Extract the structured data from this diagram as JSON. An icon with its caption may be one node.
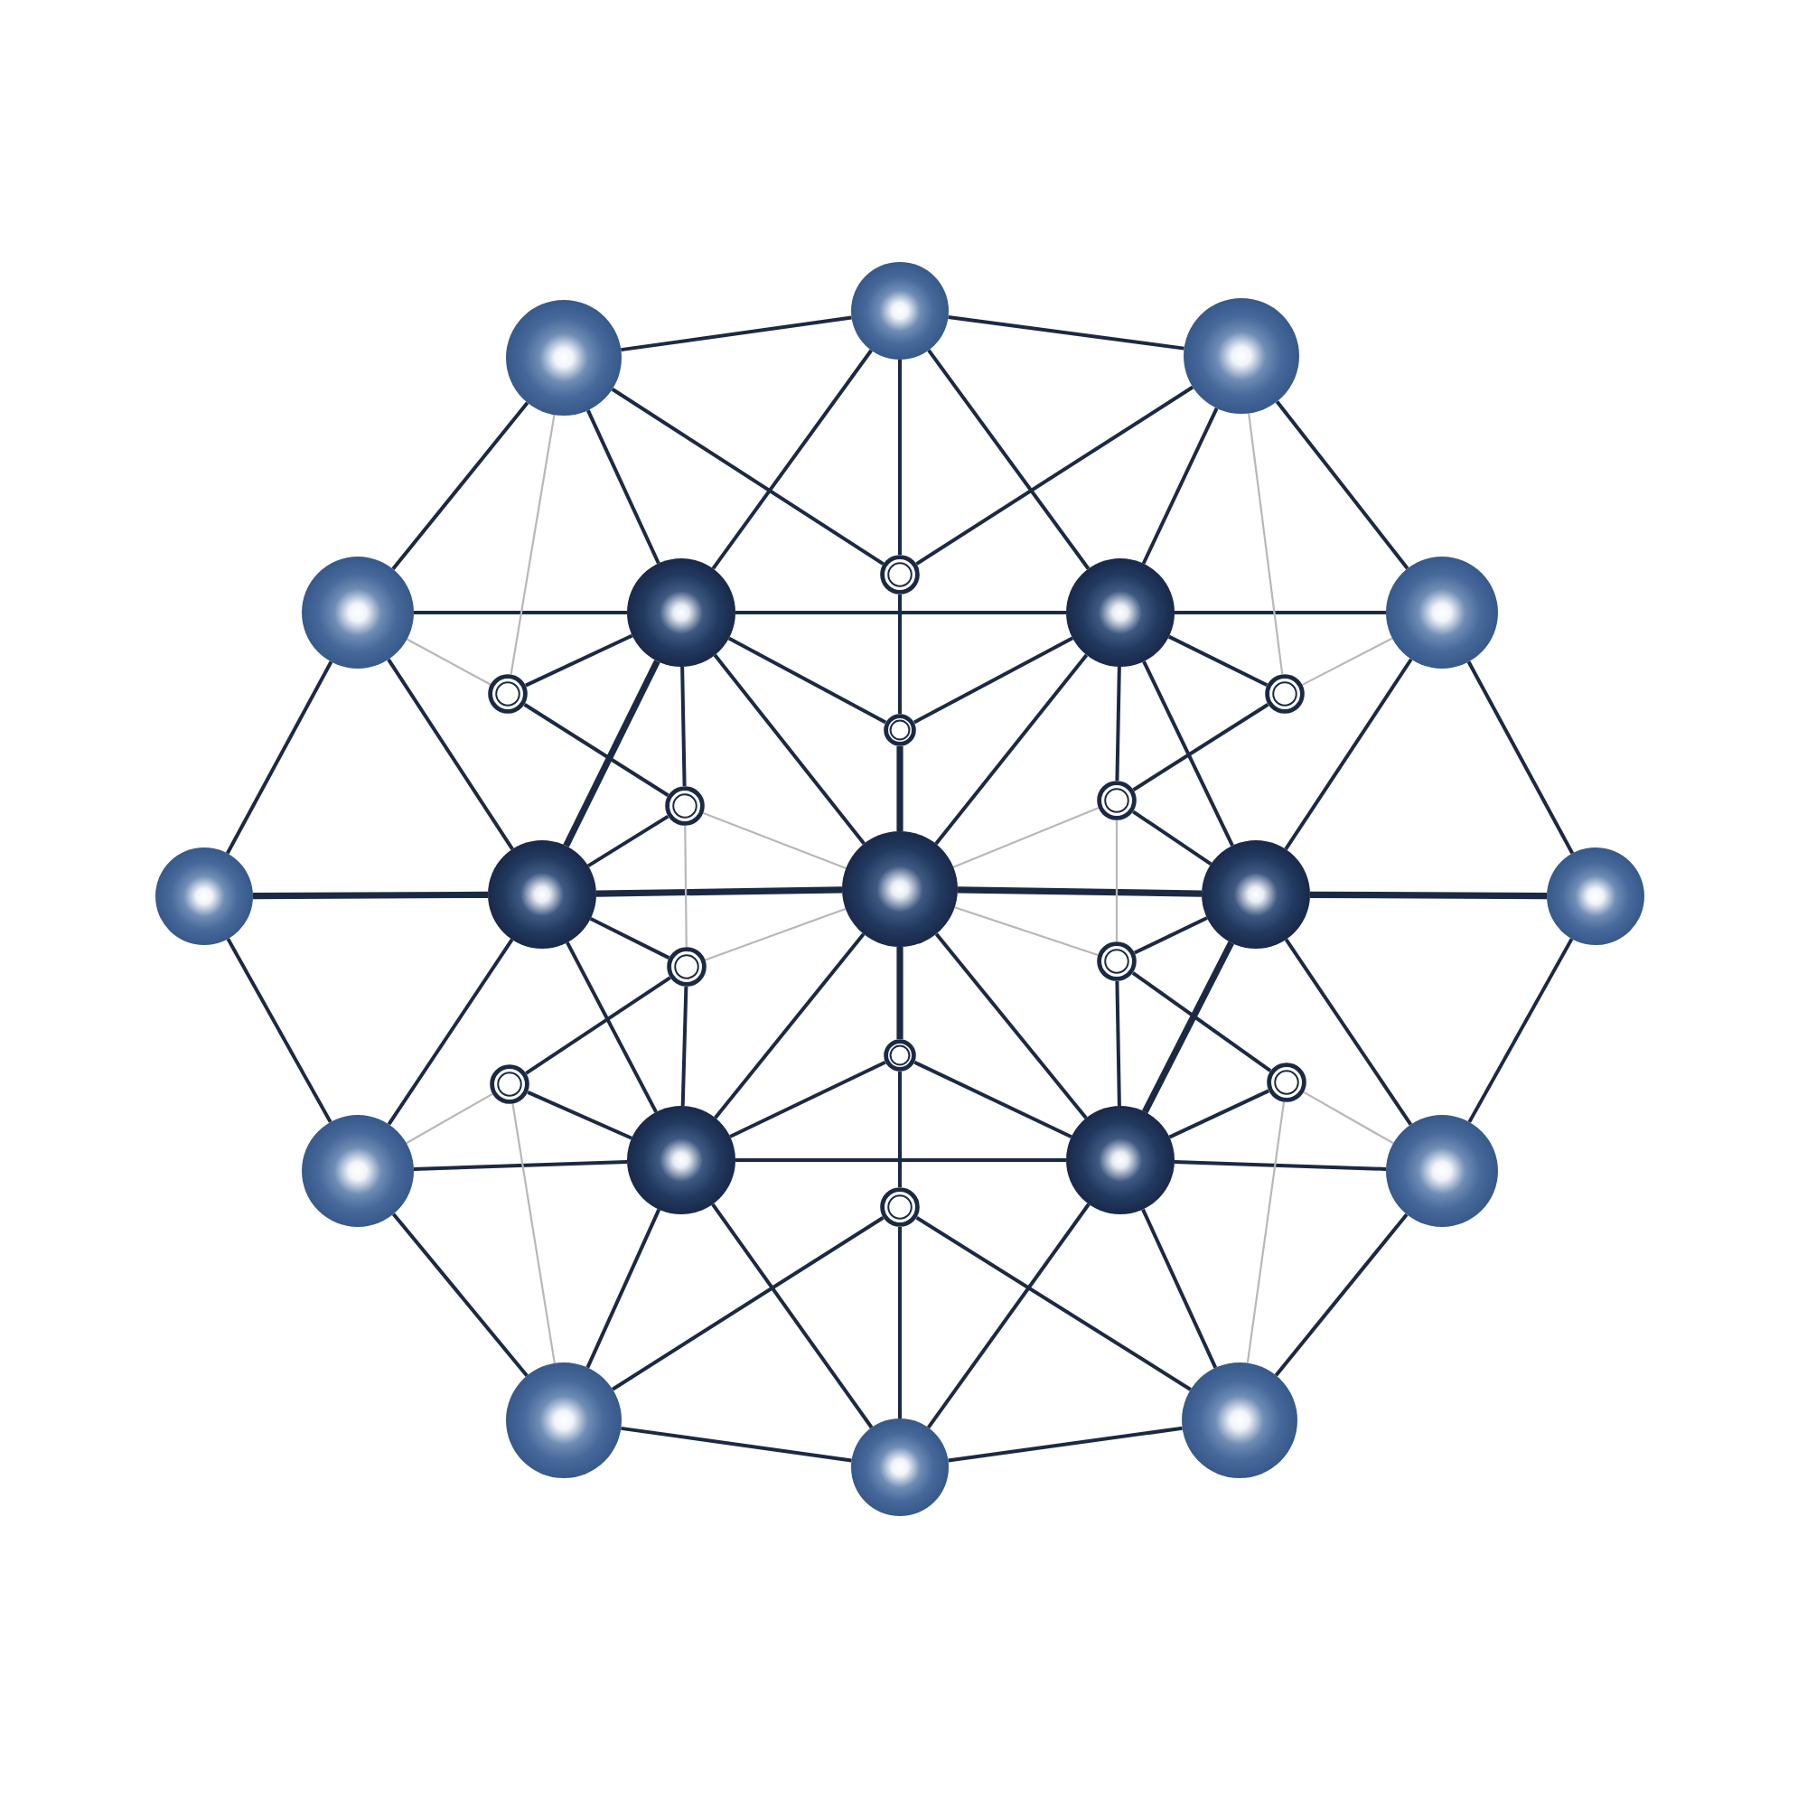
{
  "diagram": {
    "nodes": [
      {
        "text": [],
        "shape": "sphere"
      },
      {
        "text": [],
        "shape": "sphere"
      },
      {
        "text": [],
        "shape": "sphere"
      },
      {
        "text": [],
        "shape": "ring"
      },
      {
        "text": [],
        "shape": "sphere"
      },
      {
        "text": [],
        "shape": "sphere"
      },
      {
        "text": [],
        "shape": "sphere"
      },
      {
        "text": [],
        "shape": "sphere"
      },
      {
        "text": [],
        "shape": "ring"
      },
      {
        "text": [],
        "shape": "ring"
      },
      {
        "text": [],
        "shape": "ring"
      },
      {
        "text": [],
        "shape": "ring"
      },
      {
        "text": [],
        "shape": "ring"
      },
      {
        "text": [],
        "shape": "sphere"
      },
      {
        "text": [],
        "shape": "sphere"
      },
      {
        "text": [],
        "shape": "sphere"
      },
      {
        "text": [],
        "shape": "sphere"
      },
      {
        "text": [],
        "shape": "sphere"
      },
      {
        "text": [],
        "shape": "ring"
      },
      {
        "text": [],
        "shape": "ring"
      },
      {
        "text": [],
        "shape": "ring"
      },
      {
        "text": [],
        "shape": "ring"
      },
      {
        "text": [],
        "shape": "ring"
      },
      {
        "text": [],
        "shape": "sphere"
      },
      {
        "text": [],
        "shape": "sphere"
      },
      {
        "text": [],
        "shape": "sphere"
      },
      {
        "text": [],
        "shape": "sphere"
      },
      {
        "text": [],
        "shape": "ring"
      },
      {
        "text": [],
        "shape": "sphere"
      },
      {
        "text": [],
        "shape": "sphere"
      },
      {
        "text": [],
        "shape": "sphere"
      }
    ],
    "edges": [
      {
        "from": 0,
        "to": 1,
        "arrow": "none"
      },
      {
        "from": 1,
        "to": 2,
        "arrow": "none"
      },
      {
        "from": 0,
        "to": 4,
        "arrow": "none"
      },
      {
        "from": 0,
        "to": 5,
        "arrow": "none"
      },
      {
        "from": 0,
        "to": 3,
        "arrow": "none"
      },
      {
        "from": 1,
        "to": 5,
        "arrow": "none"
      },
      {
        "from": 1,
        "to": 6,
        "arrow": "none"
      },
      {
        "from": 1,
        "to": 3,
        "arrow": "none"
      },
      {
        "from": 2,
        "to": 6,
        "arrow": "none"
      },
      {
        "from": 2,
        "to": 3,
        "arrow": "none"
      },
      {
        "from": 2,
        "to": 7,
        "arrow": "none"
      },
      {
        "from": 4,
        "to": 5,
        "arrow": "none"
      },
      {
        "from": 5,
        "to": 6,
        "arrow": "none"
      },
      {
        "from": 6,
        "to": 7,
        "arrow": "none"
      },
      {
        "from": 3,
        "to": 10,
        "arrow": "none"
      },
      {
        "from": 4,
        "to": 13,
        "arrow": "none"
      },
      {
        "from": 4,
        "to": 14,
        "arrow": "none"
      },
      {
        "from": 5,
        "to": 8,
        "arrow": "none"
      },
      {
        "from": 5,
        "to": 11,
        "arrow": "none"
      },
      {
        "from": 5,
        "to": 10,
        "arrow": "none"
      },
      {
        "from": 5,
        "to": 14,
        "arrow": "none",
        "style": "thick"
      },
      {
        "from": 5,
        "to": 15,
        "arrow": "none"
      },
      {
        "from": 6,
        "to": 9,
        "arrow": "none"
      },
      {
        "from": 6,
        "to": 12,
        "arrow": "none"
      },
      {
        "from": 6,
        "to": 10,
        "arrow": "none"
      },
      {
        "from": 6,
        "to": 16,
        "arrow": "none"
      },
      {
        "from": 6,
        "to": 15,
        "arrow": "none"
      },
      {
        "from": 7,
        "to": 16,
        "arrow": "none"
      },
      {
        "from": 7,
        "to": 17,
        "arrow": "none"
      },
      {
        "from": 8,
        "to": 11,
        "arrow": "none"
      },
      {
        "from": 9,
        "to": 12,
        "arrow": "none"
      },
      {
        "from": 10,
        "to": 15,
        "arrow": "none",
        "style": "thick"
      },
      {
        "from": 11,
        "to": 14,
        "arrow": "none"
      },
      {
        "from": 12,
        "to": 16,
        "arrow": "none"
      },
      {
        "from": 13,
        "to": 14,
        "arrow": "none",
        "style": "thick"
      },
      {
        "from": 14,
        "to": 15,
        "arrow": "none",
        "style": "thick"
      },
      {
        "from": 15,
        "to": 16,
        "arrow": "none",
        "style": "thick"
      },
      {
        "from": 16,
        "to": 17,
        "arrow": "none",
        "style": "thick"
      },
      {
        "from": 13,
        "to": 25,
        "arrow": "none"
      },
      {
        "from": 17,
        "to": 26,
        "arrow": "none"
      },
      {
        "from": 14,
        "to": 18,
        "arrow": "none"
      },
      {
        "from": 16,
        "to": 19,
        "arrow": "none"
      },
      {
        "from": 15,
        "to": 20,
        "arrow": "none",
        "style": "thick"
      },
      {
        "from": 14,
        "to": 23,
        "arrow": "none"
      },
      {
        "from": 16,
        "to": 24,
        "arrow": "none",
        "style": "thick"
      },
      {
        "from": 14,
        "to": 25,
        "arrow": "none"
      },
      {
        "from": 16,
        "to": 26,
        "arrow": "none"
      },
      {
        "from": 18,
        "to": 23,
        "arrow": "none"
      },
      {
        "from": 19,
        "to": 24,
        "arrow": "none"
      },
      {
        "from": 21,
        "to": 18,
        "arrow": "none"
      },
      {
        "from": 22,
        "to": 19,
        "arrow": "none"
      },
      {
        "from": 21,
        "to": 23,
        "arrow": "none"
      },
      {
        "from": 22,
        "to": 24,
        "arrow": "none"
      },
      {
        "from": 23,
        "to": 20,
        "arrow": "none"
      },
      {
        "from": 24,
        "to": 20,
        "arrow": "none"
      },
      {
        "from": 15,
        "to": 23,
        "arrow": "none"
      },
      {
        "from": 15,
        "to": 24,
        "arrow": "none"
      },
      {
        "from": 25,
        "to": 23,
        "arrow": "none"
      },
      {
        "from": 23,
        "to": 24,
        "arrow": "none"
      },
      {
        "from": 24,
        "to": 26,
        "arrow": "none"
      },
      {
        "from": 20,
        "to": 27,
        "arrow": "none"
      },
      {
        "from": 25,
        "to": 28,
        "arrow": "none"
      },
      {
        "from": 26,
        "to": 30,
        "arrow": "none"
      },
      {
        "from": 23,
        "to": 28,
        "arrow": "none"
      },
      {
        "from": 24,
        "to": 30,
        "arrow": "none"
      },
      {
        "from": 23,
        "to": 29,
        "arrow": "none"
      },
      {
        "from": 24,
        "to": 29,
        "arrow": "none"
      },
      {
        "from": 28,
        "to": 27,
        "arrow": "none"
      },
      {
        "from": 30,
        "to": 27,
        "arrow": "none"
      },
      {
        "from": 27,
        "to": 29,
        "arrow": "none"
      },
      {
        "from": 28,
        "to": 29,
        "arrow": "none"
      },
      {
        "from": 29,
        "to": 30,
        "arrow": "none"
      },
      {
        "from": 0,
        "to": 8,
        "arrow": "none",
        "color": "#b8b8b8"
      },
      {
        "from": 4,
        "to": 8,
        "arrow": "none",
        "color": "#b8b8b8"
      },
      {
        "from": 2,
        "to": 9,
        "arrow": "none",
        "color": "#b8b8b8"
      },
      {
        "from": 7,
        "to": 9,
        "arrow": "none",
        "color": "#b8b8b8"
      },
      {
        "from": 11,
        "to": 18,
        "arrow": "none",
        "color": "#b8b8b8"
      },
      {
        "from": 12,
        "to": 19,
        "arrow": "none",
        "color": "#b8b8b8"
      },
      {
        "from": 11,
        "to": 15,
        "arrow": "none",
        "color": "#b8b8b8"
      },
      {
        "from": 12,
        "to": 15,
        "arrow": "none",
        "color": "#b8b8b8"
      },
      {
        "from": 18,
        "to": 15,
        "arrow": "none",
        "color": "#b8b8b8"
      },
      {
        "from": 19,
        "to": 15,
        "arrow": "none",
        "color": "#b8b8b8"
      },
      {
        "from": 21,
        "to": 25,
        "arrow": "none",
        "color": "#b8b8b8"
      },
      {
        "from": 21,
        "to": 28,
        "arrow": "none",
        "color": "#b8b8b8"
      },
      {
        "from": 22,
        "to": 26,
        "arrow": "none",
        "color": "#b8b8b8"
      },
      {
        "from": 22,
        "to": 30,
        "arrow": "none",
        "color": "#b8b8b8"
      }
    ]
  }
}
